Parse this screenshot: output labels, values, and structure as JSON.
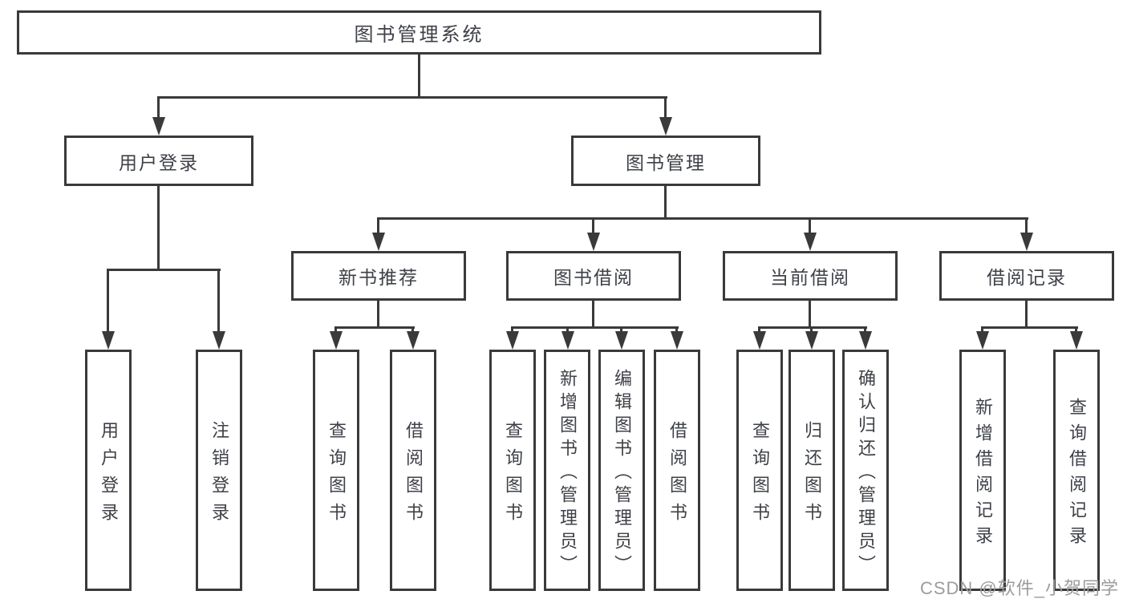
{
  "diagram": {
    "root": {
      "label": "图书管理系统"
    },
    "l2": {
      "login": {
        "label": "用户登录"
      },
      "books": {
        "label": "图书管理"
      }
    },
    "l3": {
      "recommend": {
        "label": "新书推荐"
      },
      "borrow": {
        "label": "图书借阅"
      },
      "current": {
        "label": "当前借阅"
      },
      "records": {
        "label": "借阅记录"
      }
    },
    "leaves": {
      "login_login": {
        "label": "用户登录"
      },
      "login_logout": {
        "label": "注销登录"
      },
      "rec_query": {
        "label": "查询图书"
      },
      "rec_borrow": {
        "label": "借阅图书"
      },
      "bor_query": {
        "label": "查询图书"
      },
      "bor_add": {
        "label": "新增图书（管理员）"
      },
      "bor_edit": {
        "label": "编辑图书（管理员）"
      },
      "bor_borrow": {
        "label": "借阅图书"
      },
      "cur_query": {
        "label": "查询图书"
      },
      "cur_return": {
        "label": "归还图书"
      },
      "cur_confirm": {
        "label": "确认归还（管理员）"
      },
      "recs_add": {
        "label": "新增借阅记录"
      },
      "recs_query": {
        "label": "查询借阅记录"
      }
    },
    "watermark": "CSDN @软件_小贺同学",
    "colors": {
      "line": "#3a3a3a",
      "text": "#3e4147",
      "watermark": "#9c9c9c",
      "background": "#ffffff"
    }
  }
}
